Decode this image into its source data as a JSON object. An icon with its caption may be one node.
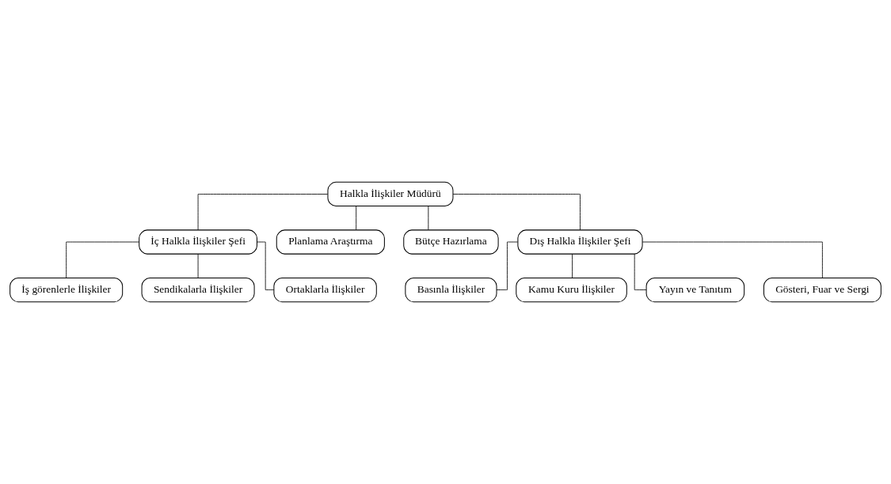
{
  "diagram": {
    "nodes": [
      {
        "text": [
          "Halkla İlişkiler Müdürü"
        ]
      },
      {
        "text": [
          "İç Halkla İlişkiler Şefi"
        ]
      },
      {
        "text": [
          "Planlama Araştırma"
        ]
      },
      {
        "text": [
          "Bütçe Hazırlama"
        ]
      },
      {
        "text": [
          "Dış Halkla İlişkiler Şefi"
        ]
      },
      {
        "text": [
          "İş görenlerle İlişkiler"
        ]
      },
      {
        "text": [
          "Sendikalarla İlişkiler"
        ]
      },
      {
        "text": [
          "Ortaklarla İlişkiler"
        ]
      },
      {
        "text": [
          "Basınla İlişkiler"
        ]
      },
      {
        "text": [
          "Kamu Kuru İlişkiler"
        ]
      },
      {
        "text": [
          "Yayın ve Tanıtım"
        ]
      },
      {
        "text": [
          "Gösteri, Fuar ve Sergi"
        ]
      }
    ],
    "edges": [
      {
        "from": 0,
        "to": 1,
        "arrow": "none"
      },
      {
        "from": 0,
        "to": 2,
        "arrow": "none"
      },
      {
        "from": 0,
        "to": 3,
        "arrow": "none"
      },
      {
        "from": 0,
        "to": 4,
        "arrow": "none"
      },
      {
        "from": 1,
        "to": 5,
        "arrow": "none"
      },
      {
        "from": 1,
        "to": 6,
        "arrow": "none"
      },
      {
        "from": 1,
        "to": 7,
        "arrow": "none"
      },
      {
        "from": 4,
        "to": 8,
        "arrow": "none"
      },
      {
        "from": 4,
        "to": 9,
        "arrow": "none"
      },
      {
        "from": 4,
        "to": 10,
        "arrow": "none"
      },
      {
        "from": 4,
        "to": 11,
        "arrow": "none"
      }
    ]
  }
}
